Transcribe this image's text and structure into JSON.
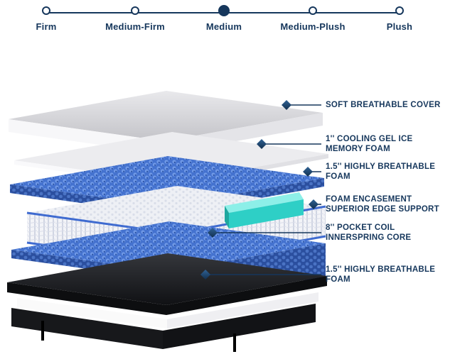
{
  "selector": {
    "options": [
      {
        "label": "Firm",
        "selected": false
      },
      {
        "label": "Medium-Firm",
        "selected": false
      },
      {
        "label": "Medium",
        "selected": true
      },
      {
        "label": "Medium-Plush",
        "selected": false
      },
      {
        "label": "Plush",
        "selected": false
      }
    ]
  },
  "diagram": {
    "labels": [
      {
        "lines": [
          "SOFT BREATHABLE COVER"
        ]
      },
      {
        "lines": [
          "1'' COOLING GEL ICE",
          "MEMORY FOAM"
        ]
      },
      {
        "lines": [
          "1.5'' HIGHLY BREATHABLE",
          "FOAM"
        ]
      },
      {
        "lines": [
          "FOAM ENCASEMENT",
          "SUPERIOR EDGE SUPPORT"
        ]
      },
      {
        "lines": [
          "8'' POCKET COIL",
          "INNERSPRING CORE"
        ]
      },
      {
        "lines": [
          "1.5'' HIGHLY BREATHABLE",
          "FOAM"
        ]
      }
    ]
  },
  "colors": {
    "accent_navy": "#16375c",
    "foam_blue": "#4472cf",
    "encasement_teal": "#2ed0c7",
    "cover_gray": "#d4d4d8",
    "base_black": "#17181b"
  }
}
